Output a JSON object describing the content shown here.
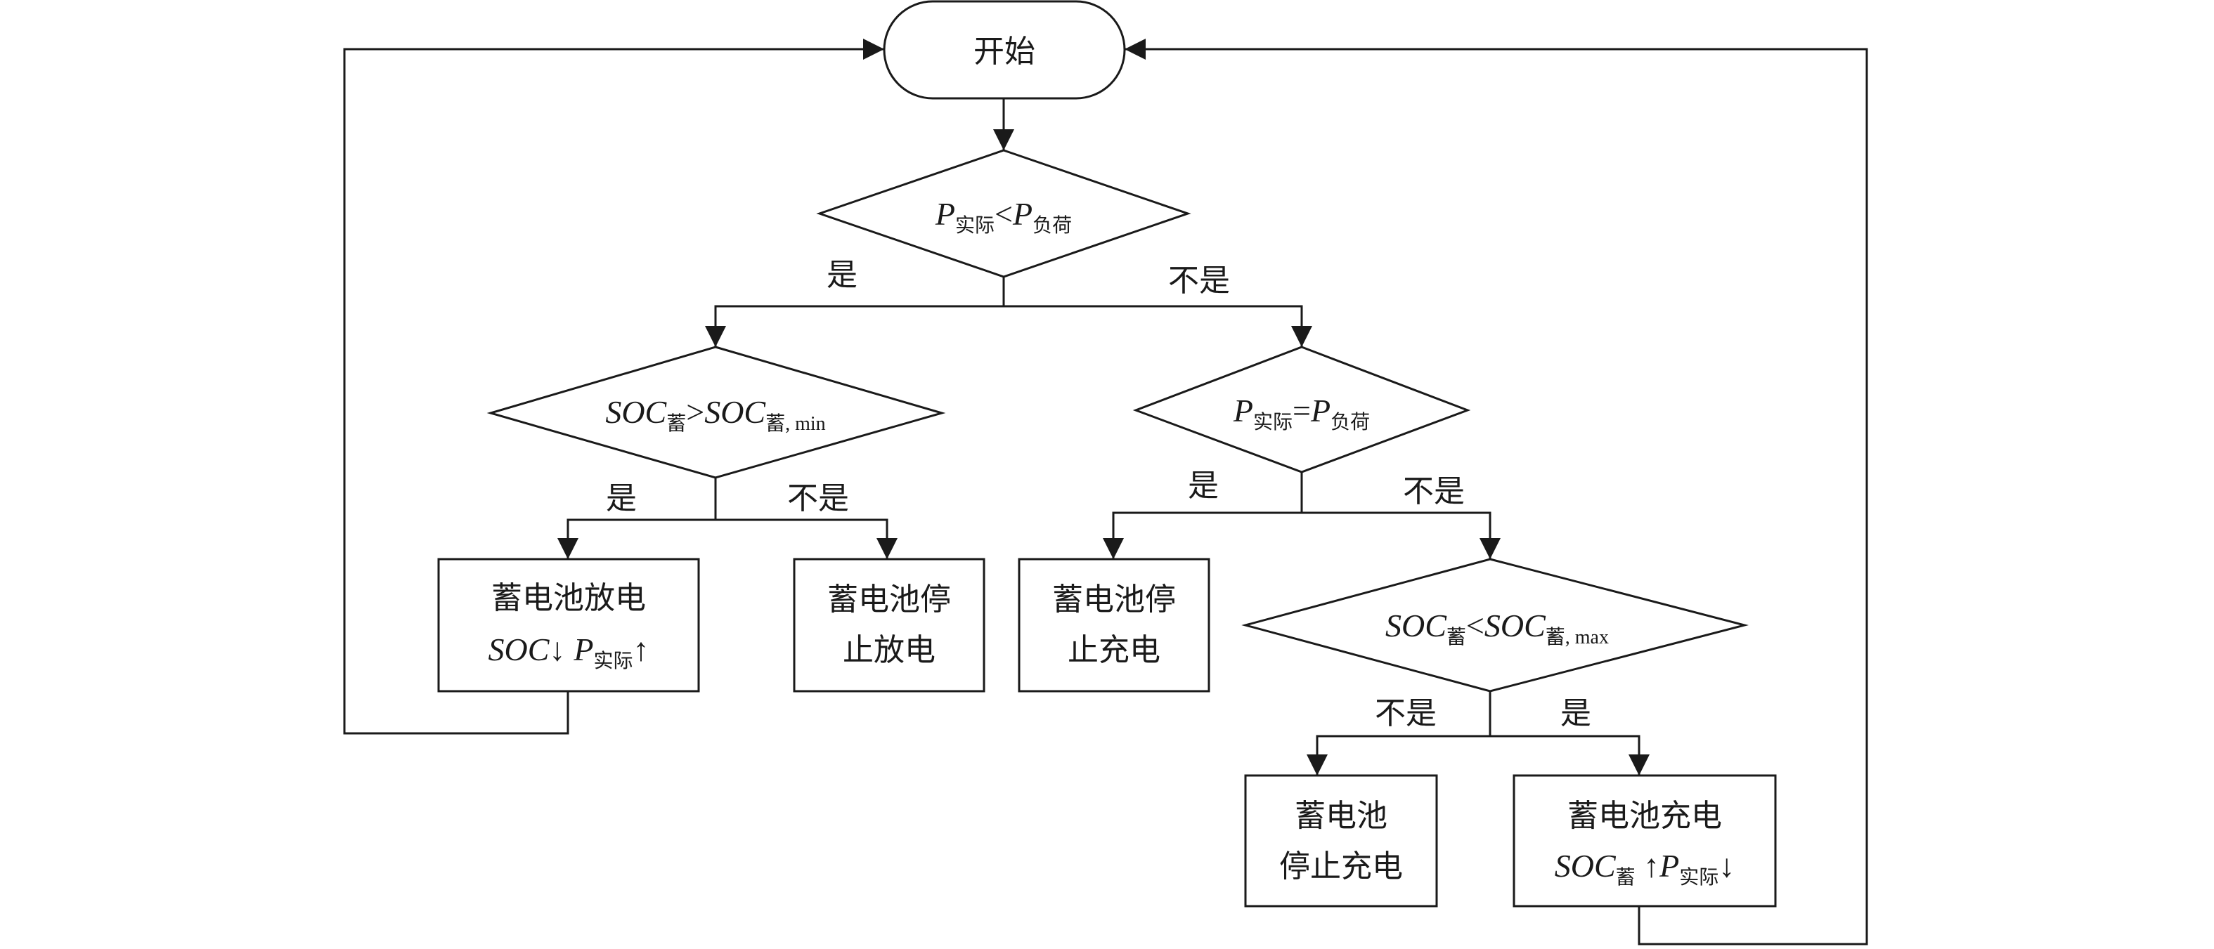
{
  "nodes": {
    "start": "开始",
    "d1": {
      "P": "P",
      "sub1": "实际",
      "op": "<",
      "sub2": "负荷"
    },
    "d2": {
      "SOC": "SOC",
      "sub1": "蓄",
      "op": ">",
      "sub2": "蓄, min"
    },
    "d3": {
      "P": "P",
      "sub1": "实际",
      "op": "=",
      "sub2": "负荷"
    },
    "d4": {
      "SOC": "SOC",
      "sub1": "蓄",
      "op": "<",
      "sub2": "蓄, max"
    },
    "box_discharge": {
      "line1": "蓄电池放电",
      "soc": "SOC↓",
      "P": "P",
      "sub": "实际",
      "arrow": "↑"
    },
    "box_stop_discharge": {
      "line1": "蓄电池停",
      "line2": "止放电"
    },
    "box_stop_charge_a": {
      "line1": "蓄电池停",
      "line2": "止充电"
    },
    "box_stop_charge_b": {
      "line1": "蓄电池",
      "line2": "停止充电"
    },
    "box_charge": {
      "line1": "蓄电池充电",
      "soc": "SOC",
      "sub1": "蓄",
      "mid": " ↑",
      "P": "P",
      "sub2": "实际",
      "arrow": "↓"
    }
  },
  "edges": {
    "yes": "是",
    "no": "不是"
  }
}
